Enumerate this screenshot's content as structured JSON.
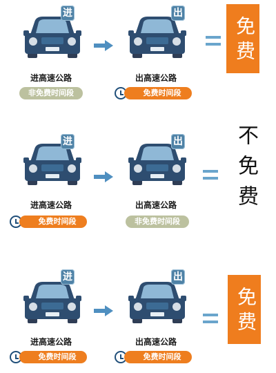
{
  "rows": [
    {
      "enter": {
        "tag": "进",
        "label": "进高速公路",
        "period": "非免费时间段",
        "period_type": "non-free"
      },
      "exit": {
        "tag": "出",
        "label": "出高速公路",
        "period": "免费时间段",
        "period_type": "free"
      },
      "result": "免费"
    },
    {
      "enter": {
        "tag": "进",
        "label": "进高速公路",
        "period": "免费时间段",
        "period_type": "free"
      },
      "exit": {
        "tag": "出",
        "label": "出高速公路",
        "period": "非免费时间段",
        "period_type": "non-free"
      },
      "result": "不免费"
    },
    {
      "enter": {
        "tag": "进",
        "label": "进高速公路",
        "period": "免费时间段",
        "period_type": "free"
      },
      "exit": {
        "tag": "出",
        "label": "出高速公路",
        "period": "免费时间段",
        "period_type": "free"
      },
      "result": "免费"
    }
  ],
  "colors": {
    "car_body": "#2e4d70",
    "orange": "#ef7d1e",
    "blue_accent": "#6aa5cc",
    "gray_pill": "#bcc19f"
  }
}
